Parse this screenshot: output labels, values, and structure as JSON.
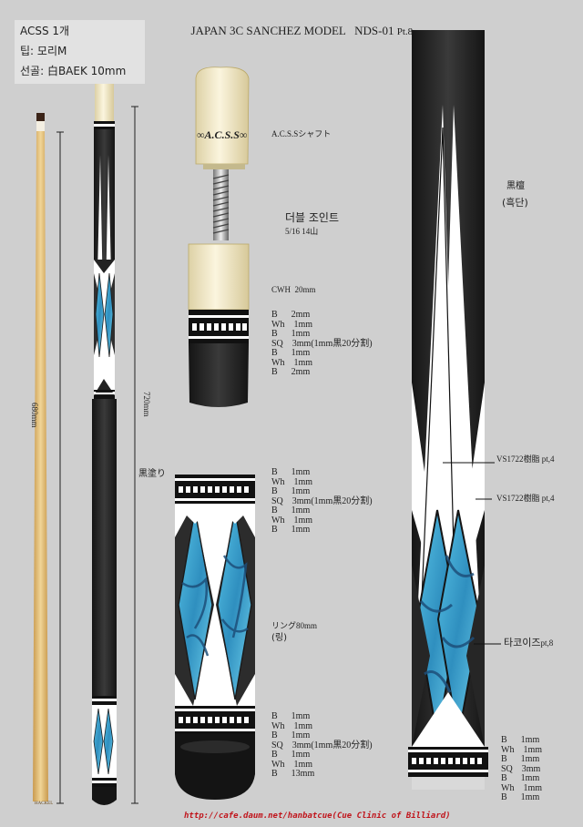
{
  "header": {
    "title": "JAPAN 3C SANCHEZ MODEL",
    "model": "NDS-01",
    "part": "Pt.8"
  },
  "info": {
    "line1": "ACSS 1개",
    "line2": "팁: 모리M",
    "line3": "선골: 白BAEK 10mm"
  },
  "left_dims": {
    "shaft_length": "680mm",
    "butt_length": "720mm"
  },
  "butt_label": "黒塗り",
  "shaft_brand": "HACKEL",
  "joint": {
    "shaft_logo": "∞A.C.S.S∞",
    "shaft_label": "A.C.S.Sシャフト",
    "pin_label": "더블 조인트",
    "pin_spec": "5/16 14山",
    "collar_label": "CWH  20mm"
  },
  "spec_joint": [
    "B      2mm",
    "Wh    1mm",
    "B      1mm",
    "SQ    3mm(1mm黒20分割)",
    "B      1mm",
    "Wh    1mm",
    "B      2mm"
  ],
  "spec_ring_top": [
    "B      1mm",
    "Wh    1mm",
    "B      1mm",
    "SQ    3mm(1mm黒20分割)",
    "B      1mm",
    "Wh    1mm",
    "B      1mm"
  ],
  "ring": {
    "label1": "リング80mm",
    "label2": "(링)"
  },
  "spec_ring_bottom": [
    "B      1mm",
    "Wh    1mm",
    "B      1mm",
    "SQ    3mm(1mm黒20分割)",
    "B      1mm",
    "Wh    1mm",
    "B      13mm"
  ],
  "right": {
    "wood_label1": "黒檀",
    "wood_label2": "(흑단)",
    "resin1": "VS1722樹脂 pt,4",
    "resin2": "VS1722樹脂 pt,4",
    "turquoise": "타코이즈",
    "turquoise_pt": "pt,8"
  },
  "spec_right": [
    "B      1mm",
    "Wh    1mm",
    "B      1mm",
    "SQ    3mm",
    "B      1mm",
    "Wh    1mm",
    "B      1mm"
  ],
  "footer": {
    "url": "http://cafe.daum.net/hanbatcue(Cue Clinic of Billiard)"
  },
  "colors": {
    "background": "#cfcfcf",
    "ebony": "#262626",
    "turquoise": "#3aa6cf",
    "turquoise_dark": "#1d5f85",
    "maple": "#e2bf78",
    "ivory": "#f1e8c4",
    "url_red": "#c0141b"
  }
}
